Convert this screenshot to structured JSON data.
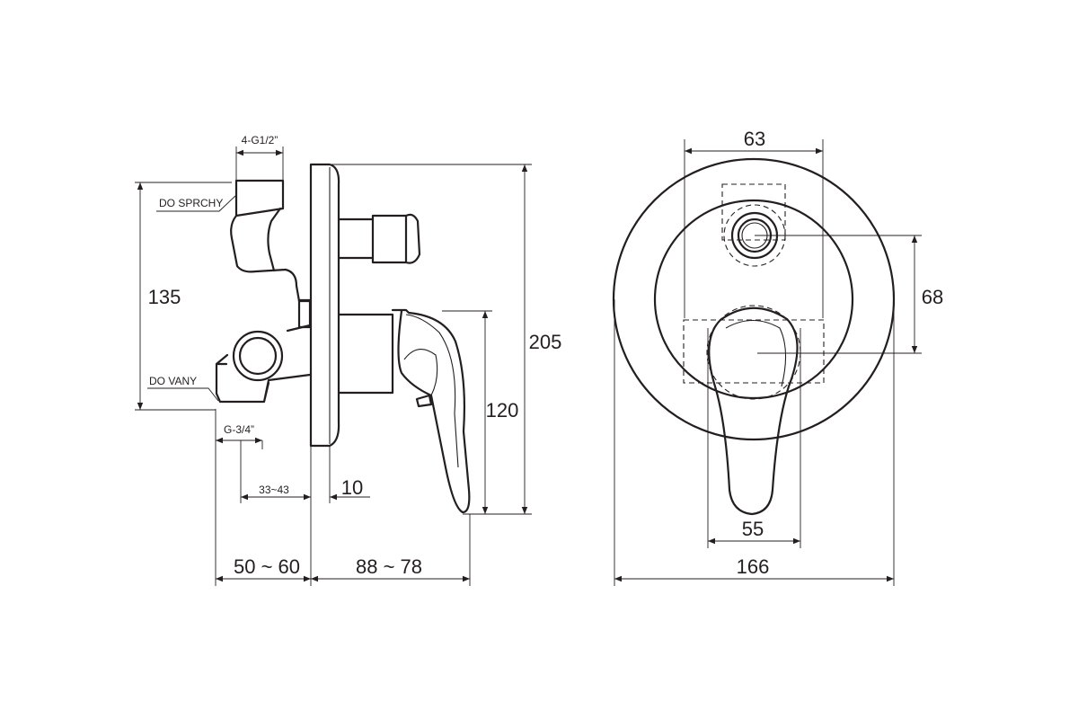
{
  "labels": {
    "port_top": "4-G1/2”",
    "do_sprchy": "DO SPRCHY",
    "do_vany": "DO VANY",
    "port_bottom": "G-3/4”",
    "range_small": "33~43",
    "plate_thickness": "10",
    "install_depth": "50 ~ 60",
    "projection": "88 ~ 78",
    "body_height": "135",
    "total_height": "205",
    "lever_height": "120",
    "box_width": "63",
    "axis_spacing": "68",
    "lever_width": "55",
    "plate_diameter": "166"
  }
}
